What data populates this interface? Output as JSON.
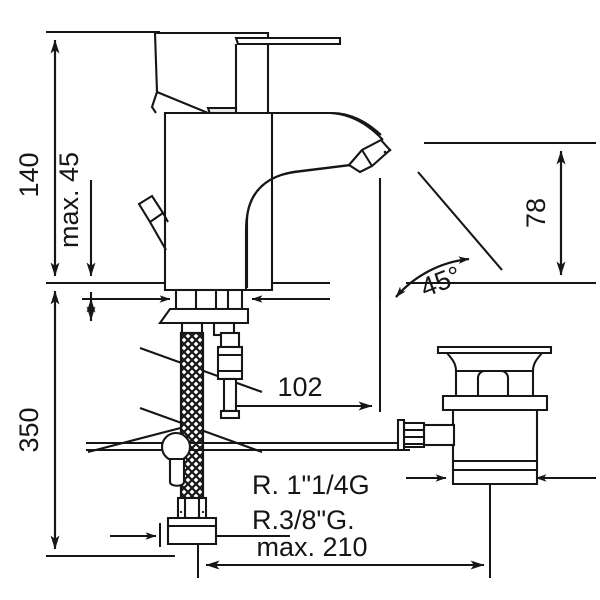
{
  "drawing": {
    "type": "technical-dimension-drawing",
    "subject": "single-lever basin mixer tap with flexible hoses and pop-up waste",
    "units": "mm",
    "background_color": "#ffffff",
    "line_color": "#161616"
  },
  "dimensions": {
    "height_total": "140",
    "handle_clearance": "max. 45",
    "tail_length": "350",
    "spout_reach": "102",
    "spout_height": "78",
    "swivel_angle": "45°",
    "waste_reach": "max. 210"
  },
  "labels": {
    "thread_large": "R. 1\"1/4G",
    "thread_small": "R.3/8\"G."
  },
  "parts": {
    "lever_handle": "lever-handle",
    "body": "mixer-body",
    "spout": "curved-spout",
    "aerator": "spout-aerator",
    "mounting_plate": "mounting-plate",
    "flex_hose": "braided-flexible-hose",
    "pop_up_rod": "pop-up-lift-rod",
    "waste_body": "pop-up-waste-body",
    "waste_nut": "waste-connection-nut"
  }
}
